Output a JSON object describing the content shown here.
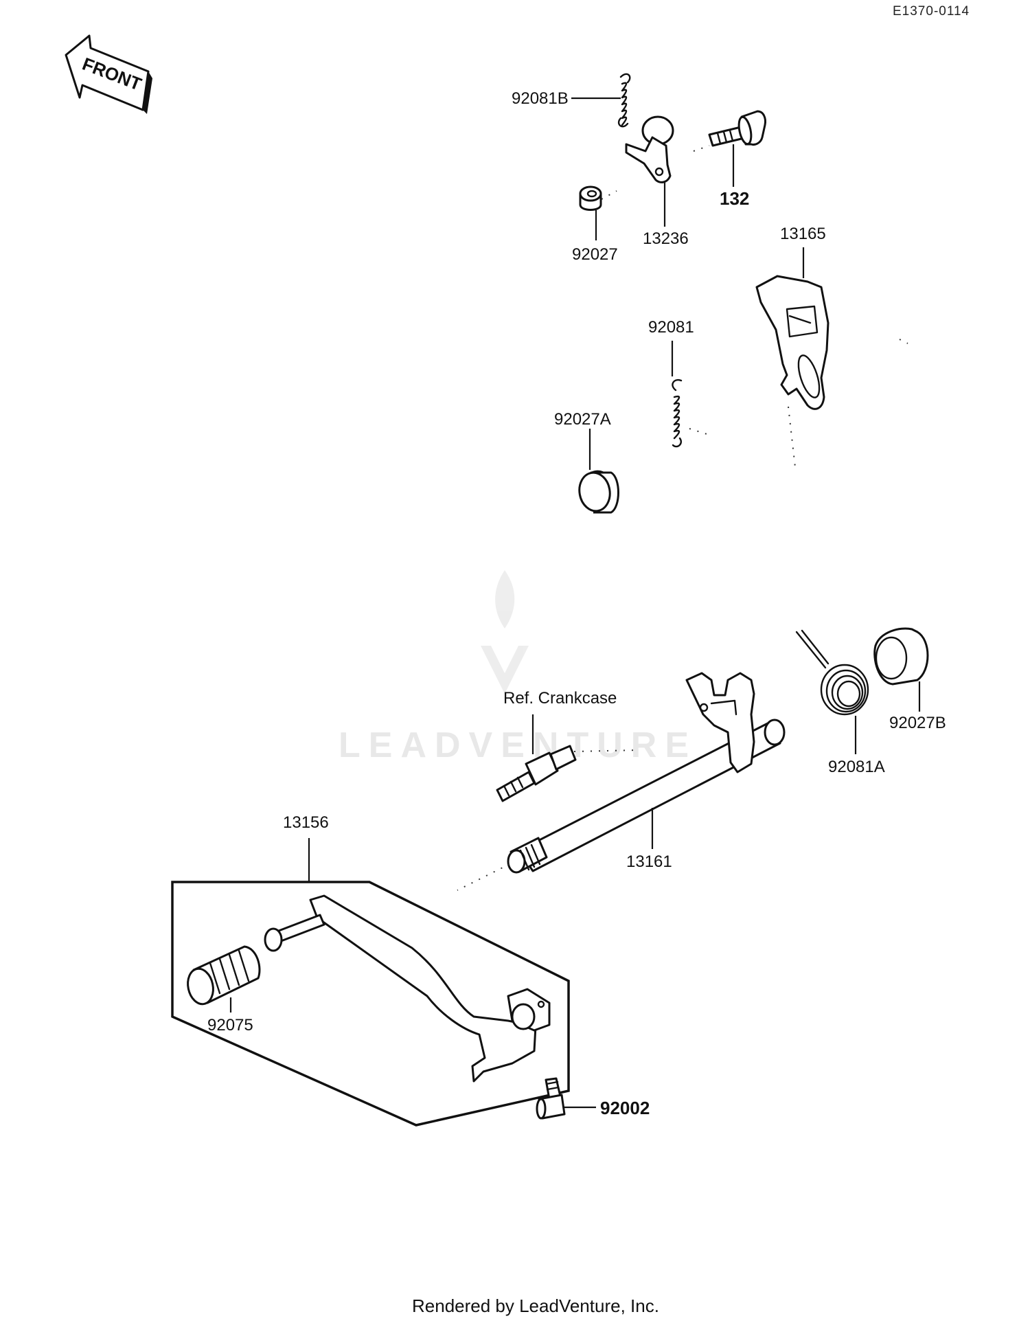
{
  "diagram": {
    "drawing_code": "E1370-0114",
    "front_arrow_label": "FRONT",
    "footer": "Rendered by LeadVenture, Inc.",
    "watermark": "LEADVENTURE",
    "parts": {
      "spring_92081B": "92081B",
      "bolt_132": "132",
      "lever_13236": "13236",
      "collar_92027": "92027",
      "arm_13165": "13165",
      "spring_92081": "92081",
      "seal_92027A": "92027A",
      "ref_crankcase": "Ref. Crankcase",
      "spring_92081A": "92081A",
      "seal_92027B": "92027B",
      "pedal_13156": "13156",
      "shaft_13161": "13161",
      "rubber_92075": "92075",
      "bolt_92002": "92002"
    }
  }
}
